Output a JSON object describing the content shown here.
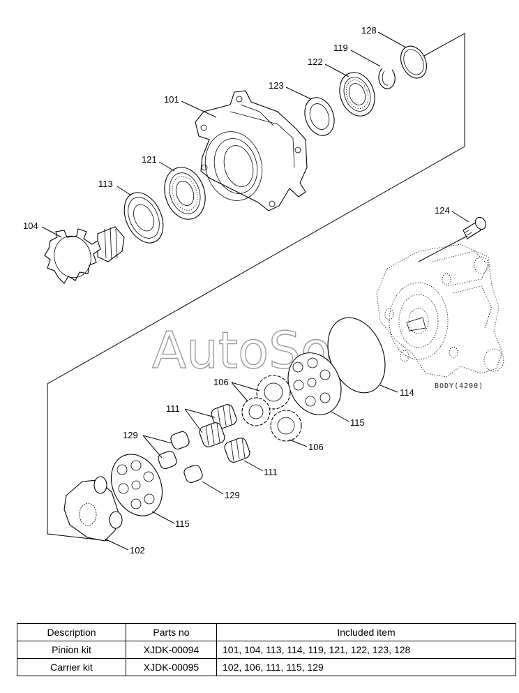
{
  "watermark": "AutoSoft",
  "body_label": "BODY(4200)",
  "callouts": {
    "p101": "101",
    "p102": "102",
    "p104": "104",
    "p106a": "106",
    "p106b": "106",
    "p111a": "111",
    "p111b": "111",
    "p113": "113",
    "p114": "114",
    "p115a": "115",
    "p115b": "115",
    "p119": "119",
    "p121": "121",
    "p122": "122",
    "p123": "123",
    "p124": "124",
    "p128": "128",
    "p129a": "129",
    "p129b": "129"
  },
  "table": {
    "headers": [
      "Description",
      "Parts no",
      "Included item"
    ],
    "rows": [
      [
        "Pinion kit",
        "XJDK-00094",
        "101, 104, 113, 114, 119, 121, 122, 123, 128"
      ],
      [
        "Carrier kit",
        "XJDK-00095",
        "102, 106, 111, 115, 129"
      ]
    ]
  }
}
